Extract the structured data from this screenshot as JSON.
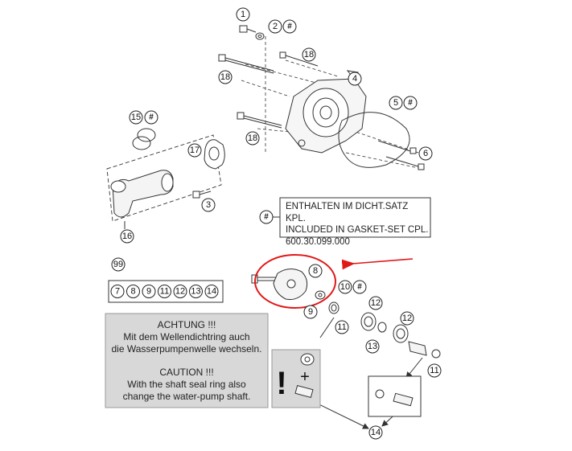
{
  "callouts": {
    "c1": "1",
    "c2": "2",
    "c3": "3",
    "c4": "4",
    "c5": "5",
    "c6": "6",
    "c8": "8",
    "c9": "9",
    "c10": "10",
    "c11a": "11",
    "c11b": "11",
    "c11c": "11",
    "c12a": "12",
    "c12b": "12",
    "c13": "13",
    "c14": "14",
    "c15": "15",
    "c16": "16",
    "c17": "17",
    "c18a": "18",
    "c18b": "18",
    "c18c": "18",
    "c99": "99",
    "hash": "#"
  },
  "kit_list": [
    "7",
    "8",
    "9",
    "11",
    "12",
    "13",
    "14"
  ],
  "gasket_info": {
    "line1": "ENTHALTEN IM DICHT.SATZ KPL.",
    "line2": "INCLUDED IN GASKET-SET CPL.",
    "line3": "600.30.099.000"
  },
  "warning": {
    "de_title": "ACHTUNG !!!",
    "de_line1": "Mit dem Wellendichtring auch",
    "de_line2": "die Wasserpumpenwelle wechseln.",
    "en_title": "CAUTION !!!",
    "en_line1": "With the shaft seal ring also",
    "en_line2": "change the water-pump shaft."
  },
  "exclaim": {
    "mark": "!",
    "plus": "+"
  },
  "colors": {
    "highlight": "#e01818",
    "box_fill": "#d8d8d8",
    "line": "#333333"
  }
}
